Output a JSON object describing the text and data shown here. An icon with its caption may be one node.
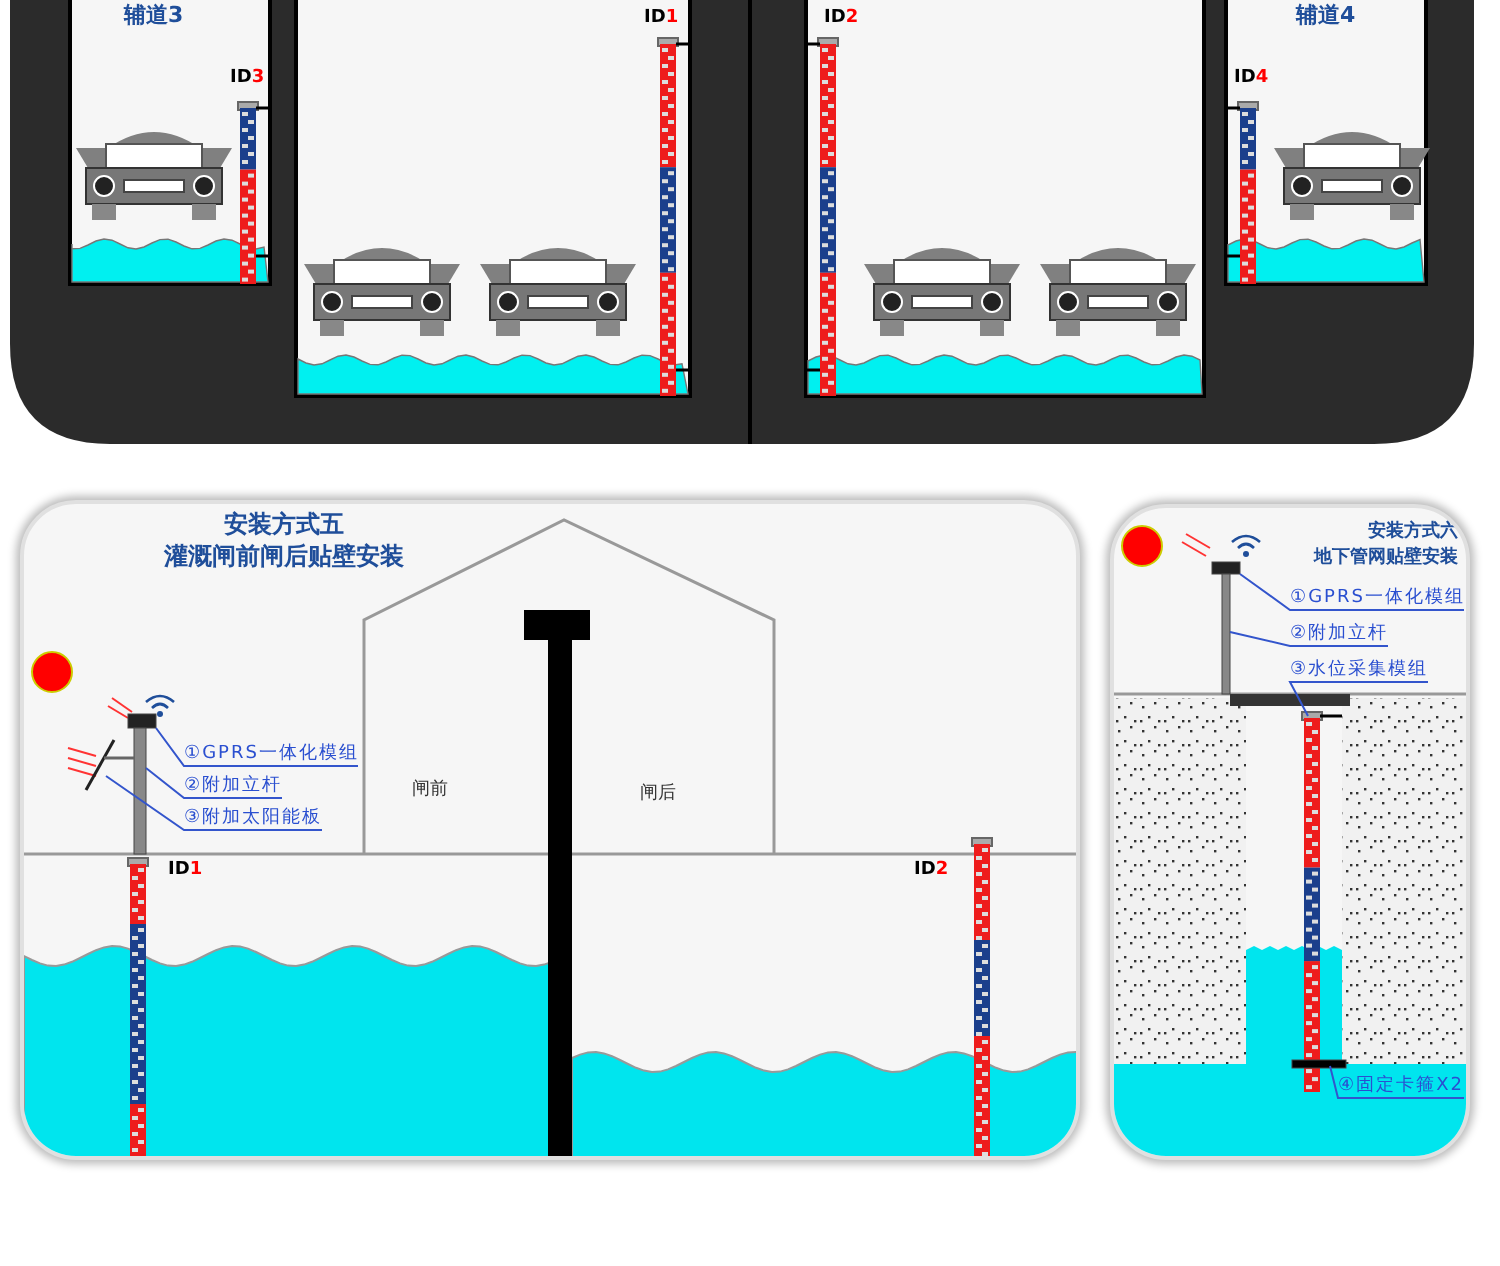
{
  "diagram": {
    "nodes": [
      {
        "text": [
          "安装方式五",
          "灌溉闸前闸后贴壁安装"
        ]
      },
      {
        "text": [
          "①GPRS一体化模组"
        ],
        "in": 0
      },
      {
        "text": [
          "②附加立杆"
        ],
        "in": 0
      },
      {
        "text": [
          "③附加太阳能板"
        ],
        "in": 0
      },
      {
        "text": [],
        "shape": "box",
        "in": 0
      },
      {
        "text": [],
        "shape": "bar",
        "in": 0
      },
      {
        "text": [],
        "shape": "picture",
        "in": 0
      },
      {
        "text": [
          "安装方式六",
          "地下管网贴壁安装"
        ]
      },
      {
        "text": [
          "①GPRS一体化模组"
        ],
        "in": 7
      },
      {
        "text": [
          "②附加立杆"
        ],
        "in": 7
      },
      {
        "text": [
          "③水位采集模组"
        ],
        "in": 7
      },
      {
        "text": [
          "④固定卡箍X2"
        ],
        "in": 7
      },
      {
        "text": [],
        "shape": "box",
        "in": 7
      },
      {
        "text": [],
        "shape": "bar",
        "in": 7
      },
      {
        "text": [],
        "shape": "picture",
        "in": 7
      },
      {
        "text": [],
        "shape": "bar",
        "in": 7
      }
    ],
    "edges": [
      {
        "from": 1,
        "to": 4,
        "arrow": "none"
      },
      {
        "from": 2,
        "to": 5,
        "arrow": "none"
      },
      {
        "from": 3,
        "to": 6,
        "arrow": "none"
      },
      {
        "from": 8,
        "to": 12,
        "arrow": "none"
      },
      {
        "from": 9,
        "to": 13,
        "arrow": "none"
      },
      {
        "from": 10,
        "to": 14,
        "arrow": "none"
      },
      {
        "from": 11,
        "to": 15,
        "arrow": "none"
      }
    ],
    "labels": [
      "辅道3",
      "ID3",
      "ID1",
      "ID2",
      "辅道4",
      "ID4",
      "闸前",
      "闸后",
      "ID1",
      "ID2"
    ]
  }
}
